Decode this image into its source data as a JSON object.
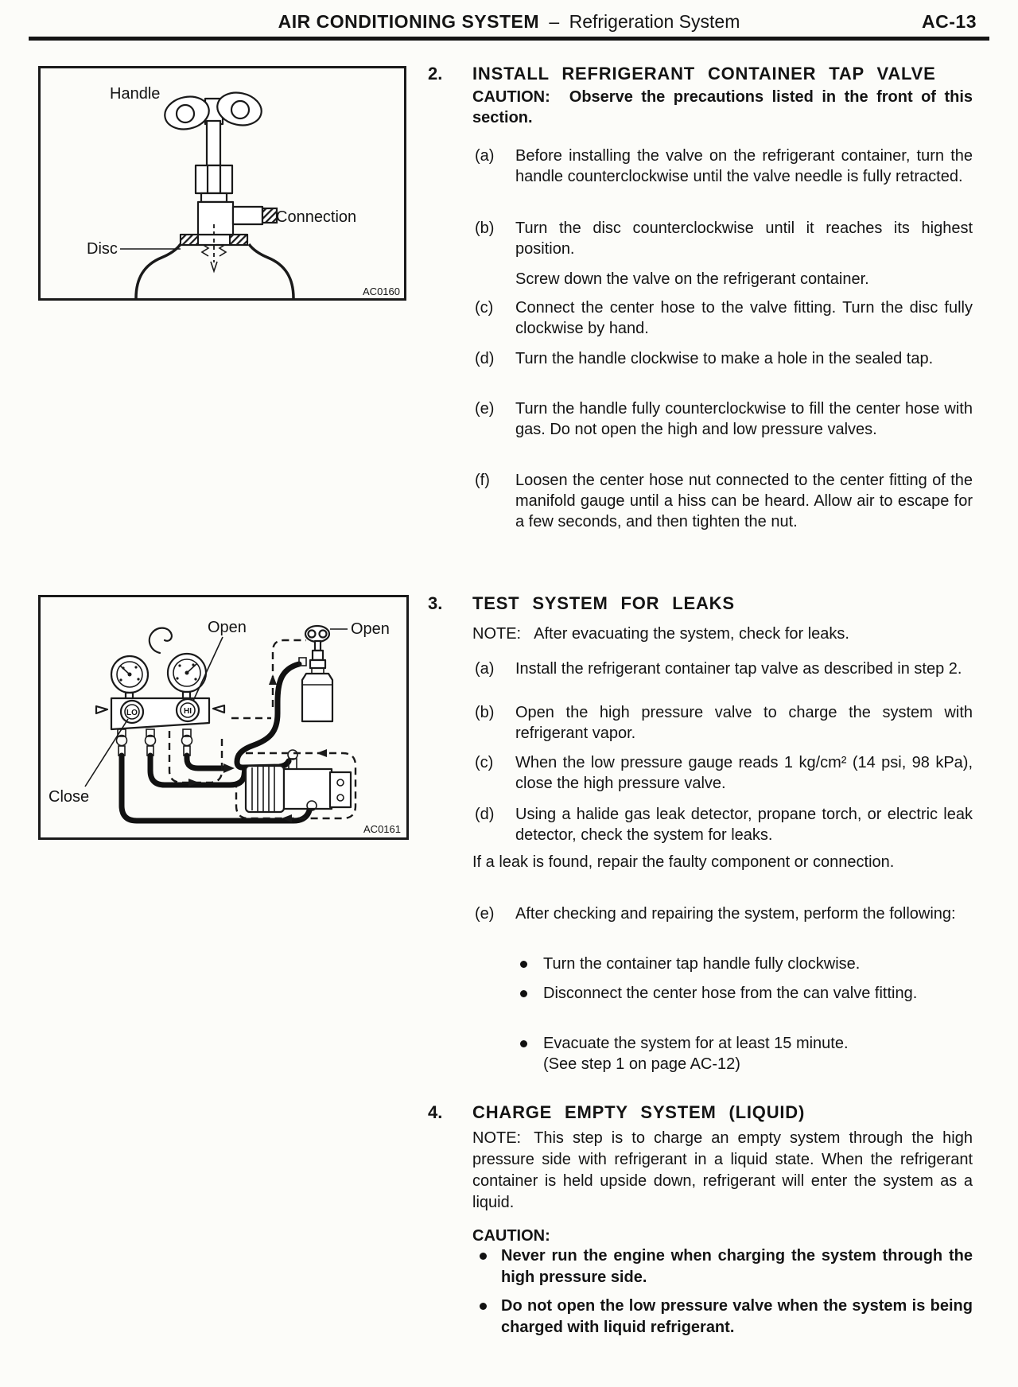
{
  "header": {
    "title_bold": "AIR CONDITIONING SYSTEM",
    "title_dash": "–",
    "title_rest": "Refrigeration System",
    "page_number": "AC-13"
  },
  "figure_tap_valve": {
    "label_handle": "Handle",
    "label_connection": "Connection",
    "label_disc": "Disc",
    "code": "AC0160"
  },
  "figure_manifold": {
    "label_open_manifold": "Open",
    "label_open_can": "Open",
    "label_close": "Close",
    "gauge_low": "LO",
    "gauge_high": "HI",
    "code": "AC0161"
  },
  "section2": {
    "number": "2.",
    "title": "INSTALL REFRIGERANT CONTAINER TAP VALVE",
    "caution_label": "CAUTION:",
    "caution_text": "Observe the precautions listed in the front of this section.",
    "items": [
      {
        "label": "(a)",
        "text": "Before installing the valve on the refrigerant container, turn the handle counterclockwise until the valve needle is fully retracted."
      },
      {
        "label": "(b)",
        "text": "Turn the disc counterclockwise until it reaches its highest position."
      },
      {
        "label": "",
        "text": "Screw down the valve on the refrigerant container."
      },
      {
        "label": "(c)",
        "text": "Connect the center hose to the valve fitting. Turn the disc fully clockwise by hand."
      },
      {
        "label": "(d)",
        "text": "Turn the handle clockwise to make a hole in the sealed tap."
      },
      {
        "label": "(e)",
        "text": "Turn the handle fully counterclockwise to fill the center hose with gas. Do not open the high and low pressure valves."
      },
      {
        "label": "(f)",
        "text": "Loosen the center hose nut connected to the center fitting of the manifold gauge until a hiss can be heard. Allow air to escape for a few seconds, and then tighten the nut."
      }
    ]
  },
  "section3": {
    "number": "3.",
    "title": "TEST SYSTEM FOR LEAKS",
    "note_label": "NOTE:",
    "note_text": "After evacuating the system, check for leaks.",
    "items": [
      {
        "label": "(a)",
        "text": "Install the refrigerant container tap valve as described in step 2."
      },
      {
        "label": "(b)",
        "text": "Open the high pressure valve to charge the system with refrigerant vapor."
      },
      {
        "label": "(c)",
        "text": "When the low pressure gauge reads 1 kg/cm² (14 psi, 98 kPa), close the high pressure valve."
      },
      {
        "label": "(d)",
        "text": "Using a halide gas leak detector, propane torch, or electric leak detector, check the system for leaks."
      }
    ],
    "paragraph": "If a leak is found, repair the faulty component or connection.",
    "item_e_label": "(e)",
    "item_e_text": "After checking and repairing the system, perform the following:",
    "bullets": [
      {
        "line1": "Turn the container tap handle fully clockwise.",
        "line2": ""
      },
      {
        "line1": "Disconnect the center hose from the can valve fitting.",
        "line2": ""
      },
      {
        "line1": "Evacuate the system for at least 15 minute.",
        "line2": "(See step 1 on page AC-12)"
      }
    ]
  },
  "section4": {
    "number": "4.",
    "title": "CHARGE EMPTY SYSTEM (LIQUID)",
    "note_label": "NOTE:",
    "note_text": "This step is to charge an empty system through the high pressure side with refrigerant in a liquid state. When the refrigerant container is held upside down, refrigerant will enter the system as a liquid.",
    "caution_label": "CAUTION:",
    "bullets": [
      "Never run the engine when charging the system through the high pressure side.",
      "Do not open the low pressure valve when the system is being charged with liquid refrigerant."
    ]
  }
}
